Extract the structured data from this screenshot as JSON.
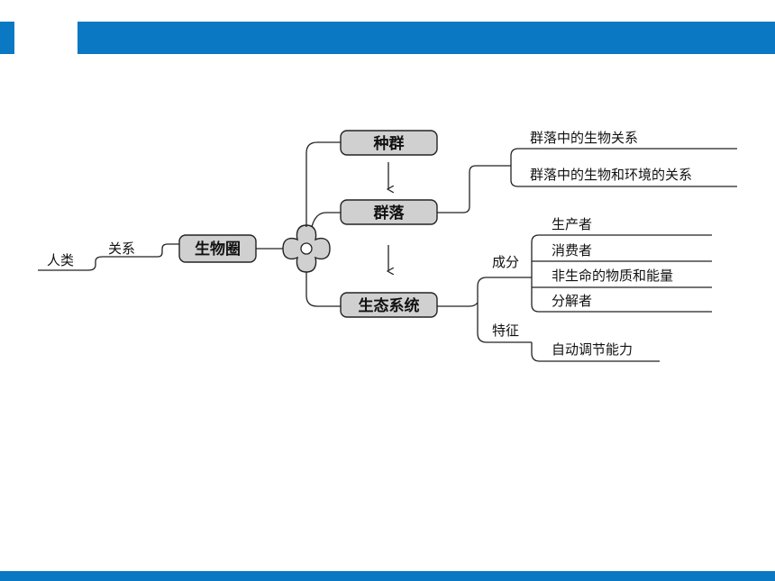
{
  "colors": {
    "accent": "#0a78c2",
    "node_fill": "#d0d0d0"
  },
  "nodes": {
    "center": "生物圈",
    "population": "种群",
    "community": "群落",
    "ecosystem": "生态系统"
  },
  "labels": {
    "humans": "人类",
    "relation": "关系",
    "community_rel_1": "群落中的生物关系",
    "community_rel_2": "群落中的生物和环境的关系",
    "composition": "成分",
    "features": "特征",
    "comp_items": [
      "生产者",
      "消费者",
      "非生命的物质和能量",
      "分解者"
    ],
    "feature_items": [
      "自动调节能力"
    ]
  }
}
